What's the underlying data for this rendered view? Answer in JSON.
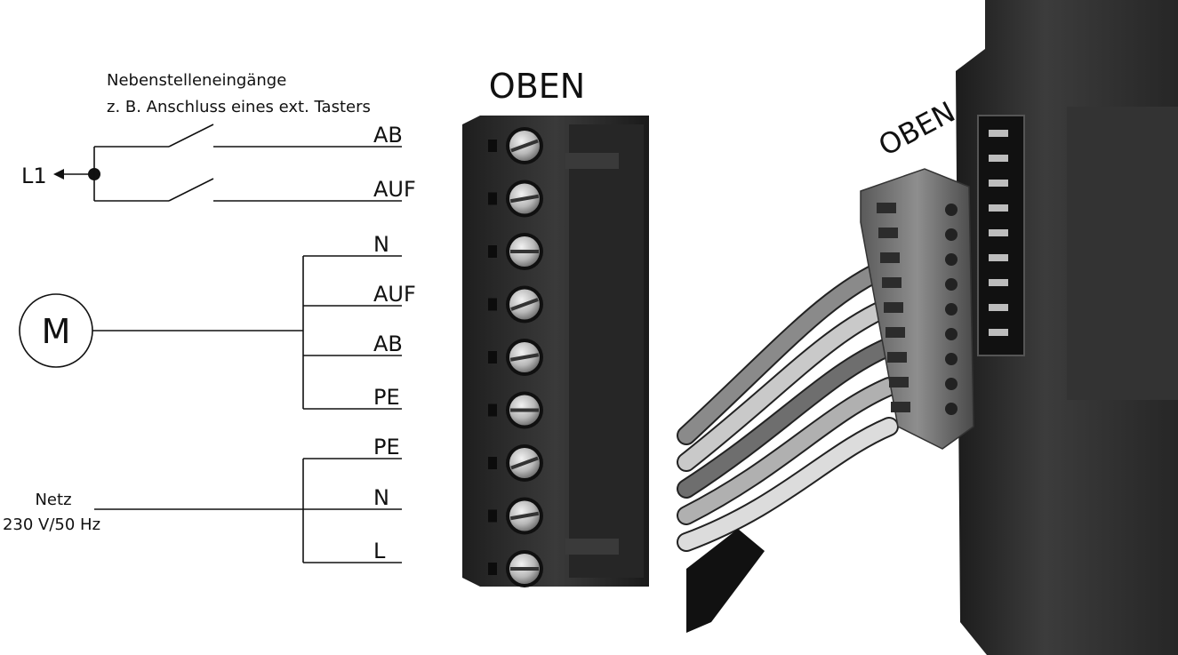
{
  "wiring": {
    "aux_title_line1": "Nebenstelleneingänge",
    "aux_title_line2": "z. B. Anschluss eines ext. Tasters",
    "l1_label": "L1",
    "motor_label": "M",
    "mains_label_line1": "Netz",
    "mains_label_line2": "230 V/50 Hz",
    "terminals": [
      "AB",
      "AUF",
      "N",
      "AUF",
      "AB",
      "PE",
      "PE",
      "N",
      "L"
    ]
  },
  "connector": {
    "top_label": "OBEN",
    "screw_count": 9,
    "color_body": "#2a2a2a"
  },
  "photo": {
    "top_label": "OBEN",
    "wire_colors": [
      "#8a8a8a",
      "#c9c9c9",
      "#6e6e6e",
      "#b0b0b0",
      "#dcdcdc"
    ]
  }
}
